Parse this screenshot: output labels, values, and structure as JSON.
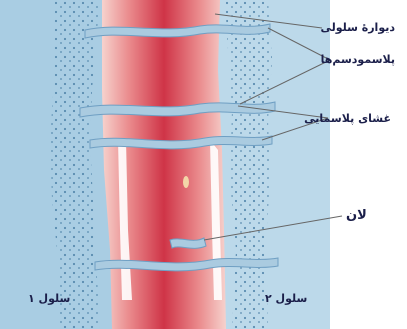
{
  "labels": {
    "cell_wall": "دیوارهٔ سلولی",
    "plasmodesmata": "پلاسمودسم‌ها",
    "plasma_membrane": "غشای پلاسمایی",
    "lumen": "لان",
    "cell_1": "سلول ۱",
    "cell_2": "سلول ۲"
  },
  "colors": {
    "left_cell_cytoplasm": "#a9cde3",
    "right_cell_cytoplasm": "#bcd9ea",
    "wall_outer": "#f4c4bf",
    "wall_middle_lamella": "#d64252",
    "membrane": "#aacbe0",
    "leader_line": "#666666",
    "label_text": "#1b1f4a"
  }
}
